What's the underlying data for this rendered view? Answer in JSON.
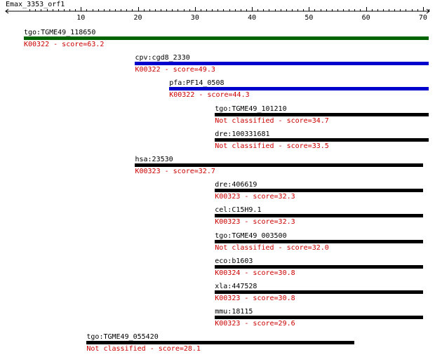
{
  "title": "Emax_3353_orf1",
  "axis": {
    "min": 0,
    "max": 71,
    "ticks": [
      10,
      20,
      30,
      40,
      50,
      60,
      70
    ]
  },
  "colors": {
    "text": "#000000",
    "classification": "#cc0000",
    "green_bar": "#006400",
    "blue_bar": "#0000cc",
    "black_bar": "#000000"
  },
  "hits": [
    {
      "name": "tgo:TGME49_118650",
      "classification": "K00322 - score=63.2",
      "start": 0,
      "end": 71,
      "color": "green"
    },
    {
      "name": "cpv:cgd8_2330",
      "classification": "K00322 - score=49.3",
      "start": 19.5,
      "end": 71,
      "color": "blue"
    },
    {
      "name": "pfa:PF14_0508",
      "classification": "K00322 - score=44.3",
      "start": 25.5,
      "end": 71,
      "color": "blue"
    },
    {
      "name": "tgo:TGME49_101210",
      "classification": "Not classified - score=34.7",
      "start": 33.5,
      "end": 71,
      "color": "black"
    },
    {
      "name": "dre:100331681",
      "classification": "Not classified - score=33.5",
      "start": 33.5,
      "end": 71,
      "color": "black"
    },
    {
      "name": "hsa:23530",
      "classification": "K00323 - score=32.7",
      "start": 19.5,
      "end": 70,
      "color": "black"
    },
    {
      "name": "dre:406619",
      "classification": "K00323 - score=32.3",
      "start": 33.5,
      "end": 70,
      "color": "black"
    },
    {
      "name": "cel:C15H9.1",
      "classification": "K00323 - score=32.3",
      "start": 33.5,
      "end": 70,
      "color": "black"
    },
    {
      "name": "tgo:TGME49_003500",
      "classification": "Not classified - score=32.0",
      "start": 33.5,
      "end": 70,
      "color": "black"
    },
    {
      "name": "eco:b1603",
      "classification": "K00324 - score=30.8",
      "start": 33.5,
      "end": 70,
      "color": "black"
    },
    {
      "name": "xla:447528",
      "classification": "K00323 - score=30.8",
      "start": 33.5,
      "end": 70,
      "color": "black"
    },
    {
      "name": "mmu:18115",
      "classification": "K00323 - score=29.6",
      "start": 33.5,
      "end": 70,
      "color": "black"
    },
    {
      "name": "tgo:TGME49_055420",
      "classification": "Not classified - score=28.1",
      "start": 11,
      "end": 58,
      "color": "black"
    }
  ]
}
